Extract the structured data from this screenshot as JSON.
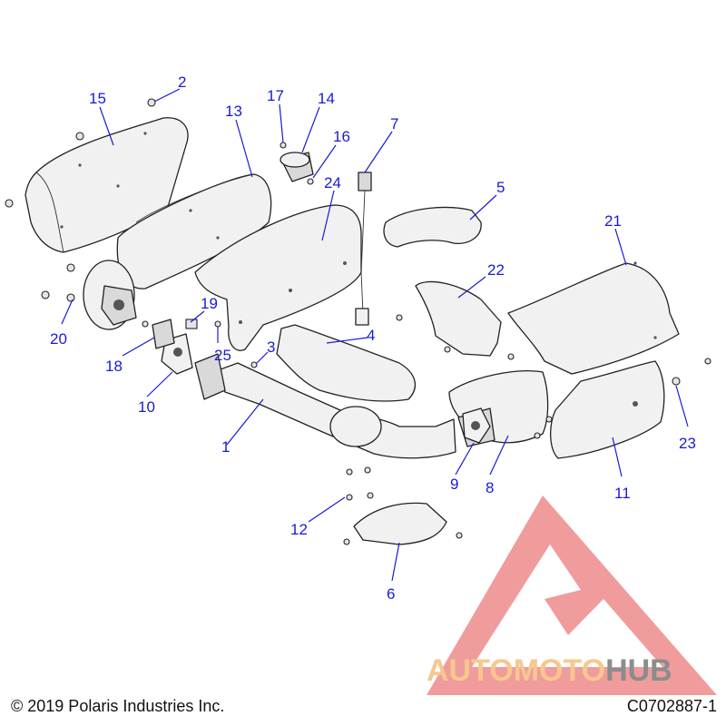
{
  "footer": {
    "copyright": "© 2019 Polaris Industries Inc.",
    "diagram_id": "C0702887-1"
  },
  "watermark": {
    "brand_part1": "AUTOMOTO",
    "brand_part2": "HUB",
    "color_triangle": "#ee8b8b",
    "color_part1": "#f6c890",
    "color_part2": "#8c8c8c"
  },
  "callouts": [
    {
      "label": "1"
    },
    {
      "label": "2"
    },
    {
      "label": "3"
    },
    {
      "label": "4"
    },
    {
      "label": "5"
    },
    {
      "label": "6"
    },
    {
      "label": "7"
    },
    {
      "label": "8"
    },
    {
      "label": "9"
    },
    {
      "label": "10"
    },
    {
      "label": "11"
    },
    {
      "label": "12"
    },
    {
      "label": "13"
    },
    {
      "label": "14"
    },
    {
      "label": "15"
    },
    {
      "label": "16"
    },
    {
      "label": "17"
    },
    {
      "label": "18"
    },
    {
      "label": "19"
    },
    {
      "label": "20"
    },
    {
      "label": "21"
    },
    {
      "label": "22"
    },
    {
      "label": "23"
    },
    {
      "label": "24"
    },
    {
      "label": "25"
    }
  ],
  "colors": {
    "callout": "#1a1ad6",
    "line": "#222222"
  }
}
